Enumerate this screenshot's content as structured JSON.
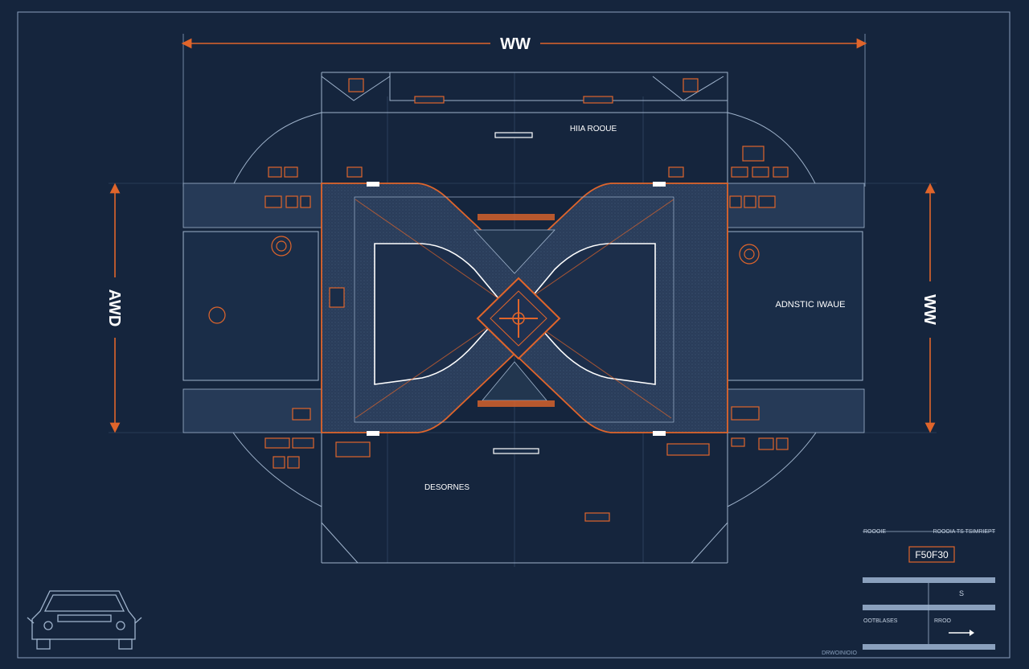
{
  "colors": {
    "background": "#15253d",
    "panel": "#1a2d48",
    "road": "#2a3d5a",
    "line": "#9fb3cc",
    "accent": "#e0652b",
    "text": "#ffffff"
  },
  "dimensions": {
    "top_label": "WW",
    "left_label": "AWD",
    "right_label": "WW"
  },
  "labels": {
    "top_center": "HIIA ROOUE",
    "right_panel": "ADNSTIC IWAUE",
    "bottom_left": "DESORNES"
  },
  "title_block": {
    "row1_left": "ROOOIE",
    "row1_right": "ROOOIA  TS TSIMRIEPT",
    "code": "F50F30",
    "row_mark": "S",
    "row4_left": "OOTBLASES",
    "row4_right": "RROO",
    "footer": "DRWOINIOIO"
  },
  "icons": [
    "car-outline-icon",
    "arrow-right-icon",
    "compass-icon"
  ]
}
